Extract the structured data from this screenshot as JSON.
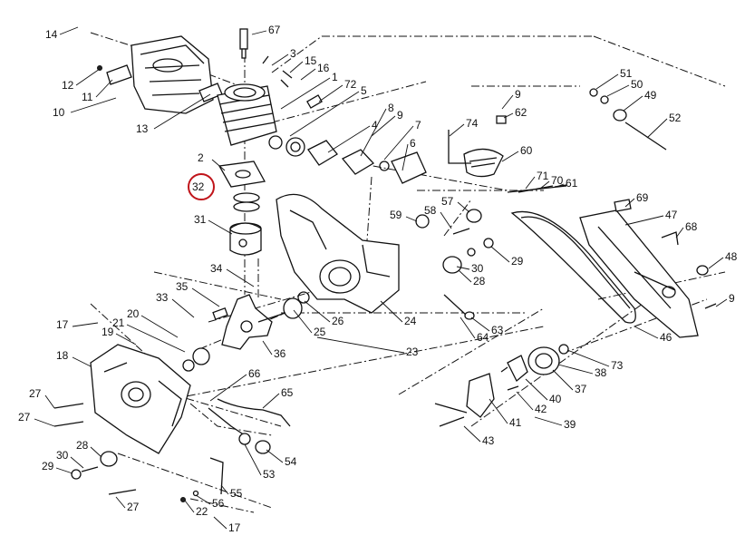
{
  "labels": [
    {
      "id": "14",
      "t": "14"
    },
    {
      "id": "67",
      "t": "67"
    },
    {
      "id": "3",
      "t": "3"
    },
    {
      "id": "15",
      "t": "15"
    },
    {
      "id": "16",
      "t": "16"
    },
    {
      "id": "12",
      "t": "12"
    },
    {
      "id": "11",
      "t": "11"
    },
    {
      "id": "10",
      "t": "10"
    },
    {
      "id": "13",
      "t": "13"
    },
    {
      "id": "1",
      "t": "1"
    },
    {
      "id": "72",
      "t": "72"
    },
    {
      "id": "5",
      "t": "5"
    },
    {
      "id": "4",
      "t": "4"
    },
    {
      "id": "8",
      "t": "8"
    },
    {
      "id": "9a",
      "t": "9"
    },
    {
      "id": "7",
      "t": "7"
    },
    {
      "id": "6",
      "t": "6"
    },
    {
      "id": "74",
      "t": "74"
    },
    {
      "id": "9b",
      "t": "9"
    },
    {
      "id": "62",
      "t": "62"
    },
    {
      "id": "60",
      "t": "60"
    },
    {
      "id": "51",
      "t": "51"
    },
    {
      "id": "50",
      "t": "50"
    },
    {
      "id": "49",
      "t": "49"
    },
    {
      "id": "52",
      "t": "52"
    },
    {
      "id": "71",
      "t": "71"
    },
    {
      "id": "70",
      "t": "70"
    },
    {
      "id": "61",
      "t": "61"
    },
    {
      "id": "2",
      "t": "2"
    },
    {
      "id": "32",
      "t": "32"
    },
    {
      "id": "31",
      "t": "31"
    },
    {
      "id": "57",
      "t": "57"
    },
    {
      "id": "58",
      "t": "58"
    },
    {
      "id": "59",
      "t": "59"
    },
    {
      "id": "69",
      "t": "69"
    },
    {
      "id": "47",
      "t": "47"
    },
    {
      "id": "68",
      "t": "68"
    },
    {
      "id": "30a",
      "t": "30"
    },
    {
      "id": "29a",
      "t": "29"
    },
    {
      "id": "28a",
      "t": "28"
    },
    {
      "id": "48",
      "t": "48"
    },
    {
      "id": "34",
      "t": "34"
    },
    {
      "id": "35",
      "t": "35"
    },
    {
      "id": "33",
      "t": "33"
    },
    {
      "id": "9c",
      "t": "9"
    },
    {
      "id": "17a",
      "t": "17"
    },
    {
      "id": "19",
      "t": "19"
    },
    {
      "id": "20",
      "t": "20"
    },
    {
      "id": "21",
      "t": "21"
    },
    {
      "id": "18",
      "t": "18"
    },
    {
      "id": "26",
      "t": "26"
    },
    {
      "id": "25",
      "t": "25"
    },
    {
      "id": "24",
      "t": "24"
    },
    {
      "id": "63",
      "t": "63"
    },
    {
      "id": "64",
      "t": "64"
    },
    {
      "id": "46",
      "t": "46"
    },
    {
      "id": "36",
      "t": "36"
    },
    {
      "id": "23",
      "t": "23"
    },
    {
      "id": "73",
      "t": "73"
    },
    {
      "id": "38",
      "t": "38"
    },
    {
      "id": "37",
      "t": "37"
    },
    {
      "id": "40",
      "t": "40"
    },
    {
      "id": "42",
      "t": "42"
    },
    {
      "id": "41",
      "t": "41"
    },
    {
      "id": "39",
      "t": "39"
    },
    {
      "id": "66",
      "t": "66"
    },
    {
      "id": "65",
      "t": "65"
    },
    {
      "id": "27a",
      "t": "27"
    },
    {
      "id": "27b",
      "t": "27"
    },
    {
      "id": "43",
      "t": "43"
    },
    {
      "id": "28b",
      "t": "28"
    },
    {
      "id": "30b",
      "t": "30"
    },
    {
      "id": "29b",
      "t": "29"
    },
    {
      "id": "54",
      "t": "54"
    },
    {
      "id": "53",
      "t": "53"
    },
    {
      "id": "55",
      "t": "55"
    },
    {
      "id": "56",
      "t": "56"
    },
    {
      "id": "22",
      "t": "22"
    },
    {
      "id": "17b",
      "t": "17"
    },
    {
      "id": "27c",
      "t": "27"
    }
  ],
  "highlighted_label": "32",
  "colors": {
    "line": "#111111",
    "highlight": "#c0141a",
    "background": "#ffffff"
  }
}
